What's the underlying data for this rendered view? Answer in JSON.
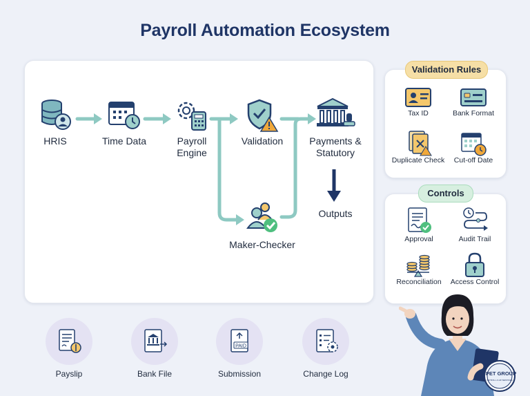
{
  "title": "Payroll Automation Ecosystem",
  "flow": {
    "hris": "HRIS",
    "time_data": "Time Data",
    "payroll_engine_1": "Payroll",
    "payroll_engine_2": "Engine",
    "validation": "Validation",
    "payments_1": "Payments &",
    "payments_2": "Statutory",
    "outputs": "Outputs",
    "maker_checker": "Maker-Checker"
  },
  "validation_rules": {
    "title": "Validation Rules",
    "items": [
      "Tax ID",
      "Bank Format",
      "Duplicate Check",
      "Cut-off Date"
    ]
  },
  "controls": {
    "title": "Controls",
    "items": [
      "Approval",
      "Audit Trail",
      "Reconciliation",
      "Access Control"
    ]
  },
  "bottom_outputs": [
    "Payslip",
    "Bank File",
    "Submission",
    "Change Log"
  ],
  "badge": {
    "line1": "PET GROUP",
    "line2": "PAYROLL & HR SERVICES"
  },
  "colors": {
    "navy": "#24406e",
    "teal_arrow": "#8ec9c2",
    "warning": "#f0a83a",
    "success": "#4fbf7f",
    "title": "#1f3566"
  },
  "icons": {
    "paid_stamp": "PAID"
  }
}
